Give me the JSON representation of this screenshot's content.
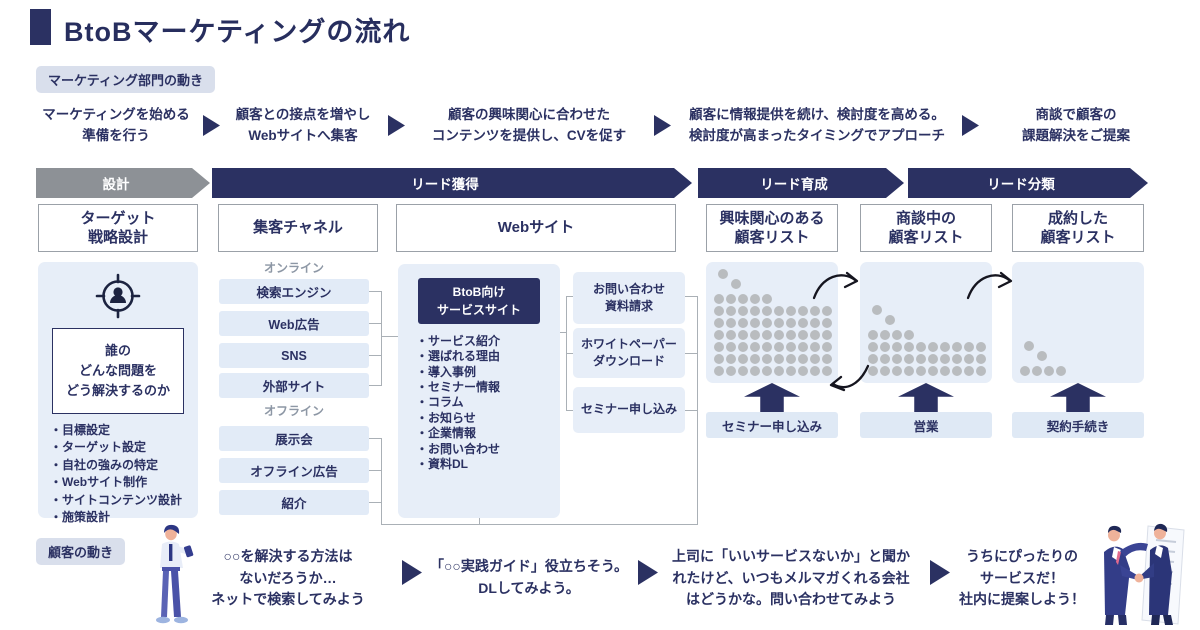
{
  "title": "BtoBマーケティングの流れ",
  "colors": {
    "accent_navy": "#2b3162",
    "phase_gray": "#8d9196",
    "panel_blue": "#e7eef8",
    "channel_blue": "#e2ebf7",
    "action_blue": "#dfe9f5",
    "badge_gray": "#d9dfec",
    "dot_gray": "#b9bcbf"
  },
  "marketing": {
    "badge": "マーケティング部門の動き",
    "steps": [
      [
        "マーケティングを始める",
        "準備を行う"
      ],
      [
        "顧客との接点を増やし",
        "Webサイトへ集客"
      ],
      [
        "顧客の興味関心に合わせた",
        "コンテンツを提供し、CVを促す"
      ],
      [
        "顧客に情報提供を続け、検討度を高める。",
        "検討度が高まったタイミングでアプローチ"
      ],
      [
        "商談で顧客の",
        "課題解決をご提案"
      ]
    ]
  },
  "phases": [
    {
      "label": "設計"
    },
    {
      "label": "リード獲得"
    },
    {
      "label": "リード育成"
    },
    {
      "label": "リード分類"
    }
  ],
  "target": {
    "header": [
      "ターゲット",
      "戦略設計"
    ],
    "icon": "target-person-icon",
    "question": [
      "誰の",
      "どんな問題を",
      "どう解決するのか"
    ],
    "bullets": [
      "・目標設定",
      "・ターゲット設定",
      "・自社の強みの特定",
      "・Webサイト制作",
      "・サイトコンテンツ設計",
      "・施策設計"
    ]
  },
  "channels": {
    "header": "集客チャネル",
    "online_label": "オンライン",
    "online": [
      "検索エンジン",
      "Web広告",
      "SNS",
      "外部サイト"
    ],
    "offline_label": "オフライン",
    "offline": [
      "展示会",
      "オフライン広告",
      "紹介"
    ]
  },
  "website": {
    "header": "Webサイト",
    "site_title": [
      "BtoB向け",
      "サービスサイト"
    ],
    "bullets": [
      "・サービス紹介",
      "・選ばれる理由",
      "・導入事例",
      "・セミナー情報",
      "・コラム",
      "・お知らせ",
      "・企業情報",
      "・お問い合わせ",
      "・資料DL"
    ],
    "cv_boxes": [
      [
        "お問い合わせ",
        "資料請求"
      ],
      [
        "ホワイトペーパー",
        "ダウンロード"
      ],
      [
        "セミナー申し込み"
      ]
    ]
  },
  "lists": [
    {
      "header": [
        "興味関心のある",
        "顧客リスト"
      ],
      "action": "セミナー申し込み",
      "stray_dots": 2,
      "dot_rows": [
        5,
        10,
        10,
        10,
        10,
        10,
        10
      ]
    },
    {
      "header": [
        "商談中の",
        "顧客リスト"
      ],
      "action": "営業",
      "stray_dots": 2,
      "dot_rows": [
        4,
        10,
        10,
        10
      ]
    },
    {
      "header": [
        "成約した",
        "顧客リスト"
      ],
      "action": "契約手続き",
      "stray_dots": 2,
      "dot_rows": [
        4
      ]
    }
  ],
  "customer": {
    "badge": "顧客の動き",
    "steps": [
      [
        "○○を解決する方法は",
        "ないだろうか…",
        "ネットで検索してみよう"
      ],
      [
        "「○○実践ガイド」役立ちそう。",
        "DLしてみよう。"
      ],
      [
        "上司に「いいサービスないか」と聞か",
        "れたけど、いつもメルマガくれる会社",
        "はどうかな。問い合わせてみよう"
      ],
      [
        "うちにぴったりの",
        "サービスだ！",
        "社内に提案しよう！"
      ]
    ]
  }
}
